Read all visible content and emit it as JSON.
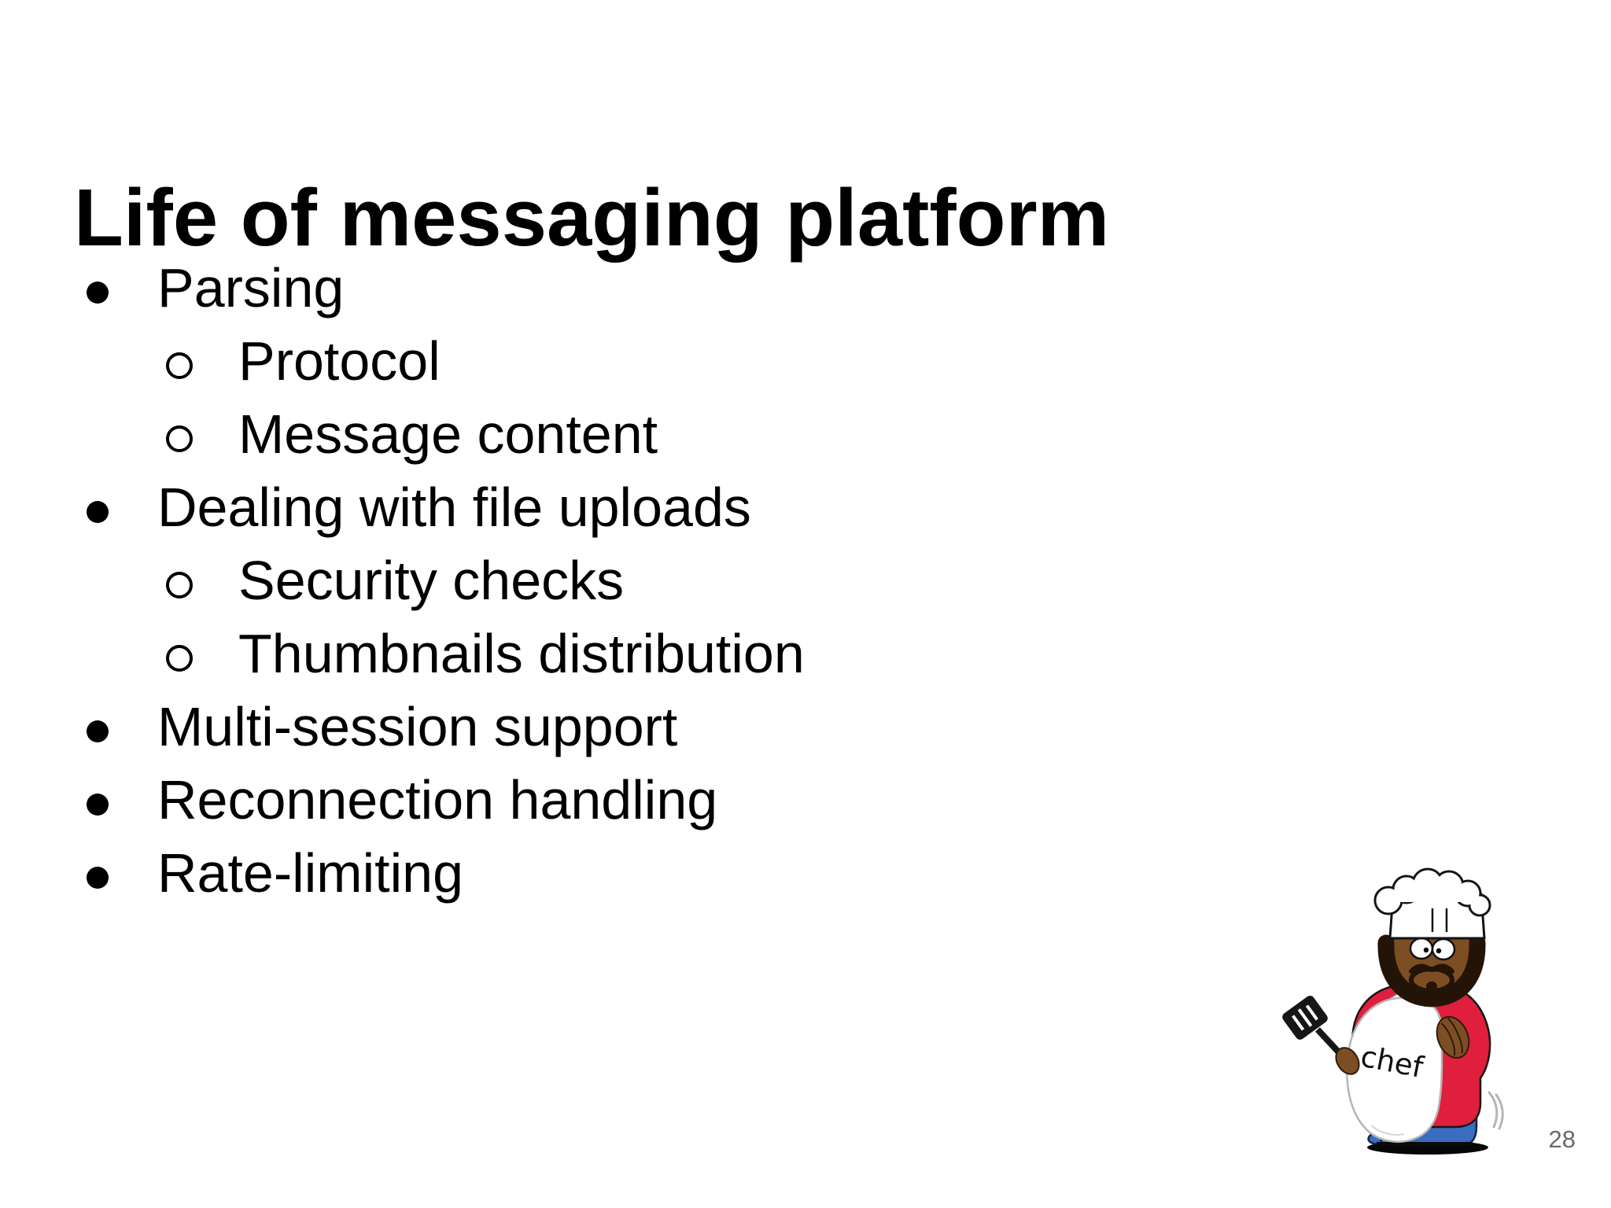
{
  "slide": {
    "title": "Life of messaging platform",
    "bullets": [
      {
        "level": 1,
        "text": "Parsing"
      },
      {
        "level": 2,
        "text": "Protocol"
      },
      {
        "level": 2,
        "text": "Message content"
      },
      {
        "level": 1,
        "text": "Dealing with file uploads"
      },
      {
        "level": 2,
        "text": "Security checks"
      },
      {
        "level": 2,
        "text": "Thumbnails distribution"
      },
      {
        "level": 1,
        "text": "Multi-session support"
      },
      {
        "level": 1,
        "text": "Reconnection handling"
      },
      {
        "level": 1,
        "text": "Rate-limiting"
      }
    ],
    "chef_label": "chef",
    "page_number": "28",
    "colors": {
      "text": "#000000",
      "page_number": "#696969",
      "chef_shirt_red": "#e01f3d",
      "chef_pants_blue": "#3a6cc0",
      "chef_skin_brown": "#7d4e24",
      "chef_beard_dark": "#241408",
      "towel_outline": "#b5b5b5"
    }
  }
}
